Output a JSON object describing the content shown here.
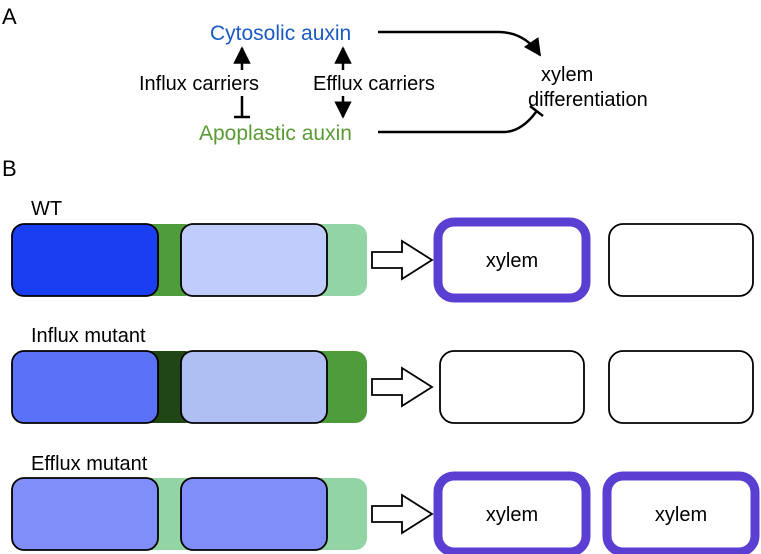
{
  "panels": {
    "a_label": "A",
    "b_label": "B"
  },
  "scheme": {
    "cytosolic": "Cytosolic auxin",
    "apoplastic": "Apoplastic auxin",
    "influx": "Influx carriers",
    "efflux": "Efflux carriers",
    "outcome_line1": "xylem",
    "outcome_line2": "differentiation"
  },
  "rows": [
    {
      "label": "WT",
      "cell1_color": "#1a3ff2",
      "cell2_color": "#c0cdfc",
      "apoplast_color": "#92d4a4",
      "junction_color": "#4e9c3c",
      "outcome": [
        {
          "text": "xylem",
          "xylem": true
        },
        {
          "text": "",
          "xylem": false
        }
      ]
    },
    {
      "label": "Influx mutant",
      "cell1_color": "#5a72f8",
      "cell2_color": "#afbff4",
      "apoplast_color": "#4e9c3c",
      "junction_color": "#1f4614",
      "outcome": [
        {
          "text": "",
          "xylem": false
        },
        {
          "text": "",
          "xylem": false
        }
      ]
    },
    {
      "label": "Efflux mutant",
      "cell1_color": "#7f8ef8",
      "cell2_color": "#7f8ef8",
      "apoplast_color": "#92d4a4",
      "junction_color": "#92d4a4",
      "outcome": [
        {
          "text": "xylem",
          "xylem": true
        },
        {
          "text": "xylem",
          "xylem": true
        }
      ]
    }
  ],
  "colors": {
    "cytosolic_text": "#1a5bc4",
    "apoplastic_text": "#5a9a35",
    "xylem_border": "#5b3fd3"
  }
}
